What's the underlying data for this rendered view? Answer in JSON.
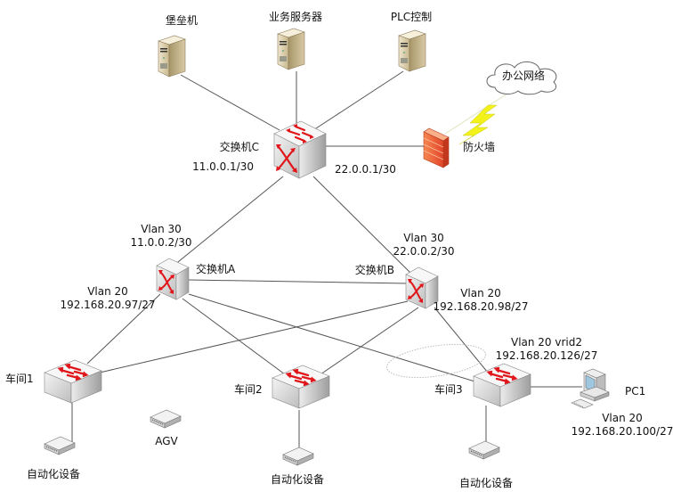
{
  "diagram": {
    "nodes": {
      "bastion": {
        "label": "堡垒机",
        "type": "server"
      },
      "biz_server": {
        "label": "业务服务器",
        "type": "server"
      },
      "plc": {
        "label": "PLC控制",
        "type": "server"
      },
      "office_net": {
        "label": "办公网络",
        "type": "cloud"
      },
      "firewall": {
        "label": "防火墙",
        "type": "firewall"
      },
      "switch_c": {
        "label": "交换机C",
        "type": "core-switch",
        "ip_left": "11.0.0.1/30",
        "ip_right": "22.0.0.1/30"
      },
      "switch_a": {
        "label": "交换机A",
        "type": "l3-switch",
        "vlan30": "Vlan 30",
        "vlan30_ip": "11.0.0.2/30",
        "vlan20": "Vlan 20",
        "vlan20_ip": "192.168.20.97/27"
      },
      "switch_b": {
        "label": "交换机B",
        "type": "l3-switch",
        "vlan30": "Vlan 30",
        "vlan30_ip": "22.0.0.2/30",
        "vlan20": "Vlan 20",
        "vlan20_ip": "192.168.20.98/27"
      },
      "ws1": {
        "label": "车间1",
        "type": "l2-switch"
      },
      "ws2": {
        "label": "车间2",
        "type": "l2-switch"
      },
      "ws3": {
        "label": "车间3",
        "type": "l2-switch",
        "vrrp": "Vlan 20 vrid2",
        "vrrp_ip": "192.168.20.126/27"
      },
      "agv": {
        "label": "AGV",
        "type": "device"
      },
      "auto1": {
        "label": "自动化设备",
        "type": "device"
      },
      "auto2": {
        "label": "自动化设备",
        "type": "device"
      },
      "auto3": {
        "label": "自动化设备",
        "type": "device"
      },
      "pc1": {
        "label": "PC1",
        "type": "pc",
        "vlan": "Vlan 20",
        "ip": "192.168.20.100/27"
      }
    },
    "links": [
      [
        "bastion",
        "switch_c"
      ],
      [
        "biz_server",
        "switch_c"
      ],
      [
        "plc",
        "switch_c"
      ],
      [
        "switch_c",
        "firewall"
      ],
      [
        "firewall",
        "office_net"
      ],
      [
        "switch_c",
        "switch_a"
      ],
      [
        "switch_c",
        "switch_b"
      ],
      [
        "switch_a",
        "switch_b"
      ],
      [
        "switch_a",
        "ws1"
      ],
      [
        "switch_a",
        "ws2"
      ],
      [
        "switch_a",
        "ws3"
      ],
      [
        "switch_b",
        "ws1"
      ],
      [
        "switch_b",
        "ws2"
      ],
      [
        "switch_b",
        "ws3"
      ],
      [
        "ws1",
        "auto1"
      ],
      [
        "ws2",
        "auto2"
      ],
      [
        "ws3",
        "auto3"
      ],
      [
        "ws3",
        "pc1"
      ]
    ],
    "colors": {
      "arrow_red": "#e0161b",
      "firewall_orange": "#f06a3a",
      "lightning_yellow": "#f2f21a",
      "line": "#555555",
      "server_beige": "#e8dcc0"
    }
  }
}
